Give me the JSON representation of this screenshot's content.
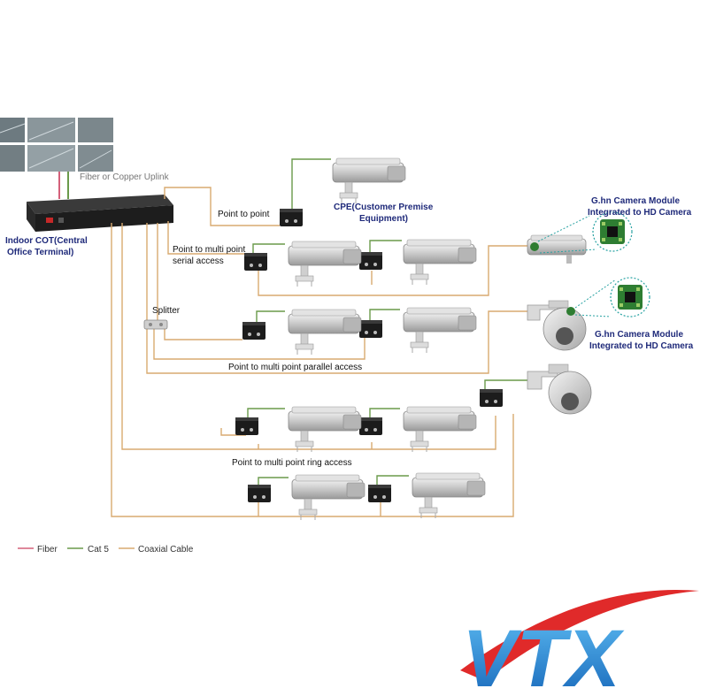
{
  "uplink_label": "Fiber or Copper Uplink",
  "cot_label_line1": "Indoor COT(Central",
  "cot_label_line2": "Office Terminal)",
  "p2p_label": "Point to point",
  "cpe_label_line1": "CPE(Customer Premise",
  "cpe_label_line2": "Equipment)",
  "serial_label_line1": "Point to multi point",
  "serial_label_line2": "serial access",
  "splitter_label": "Splitter",
  "parallel_label": "Point to multi point parallel access",
  "ring_label": "Point to multi point ring access",
  "module_label_line1": "G.hn Camera Module",
  "module_label_line2": "Integrated to HD Camera",
  "legend": [
    {
      "label": "Fiber",
      "color": "#d4607a"
    },
    {
      "label": "Cat 5",
      "color": "#6a9a4a"
    },
    {
      "label": "Coaxial Cable",
      "color": "#d9aa70"
    }
  ],
  "logo_text": "VTX",
  "colors": {
    "fiber": "#d4607a",
    "cat5": "#6a9a4a",
    "coax": "#d9aa70",
    "label_blue": "#1f2a7a",
    "logo_blue": "#1e88d6",
    "logo_red": "#e02a2a"
  }
}
